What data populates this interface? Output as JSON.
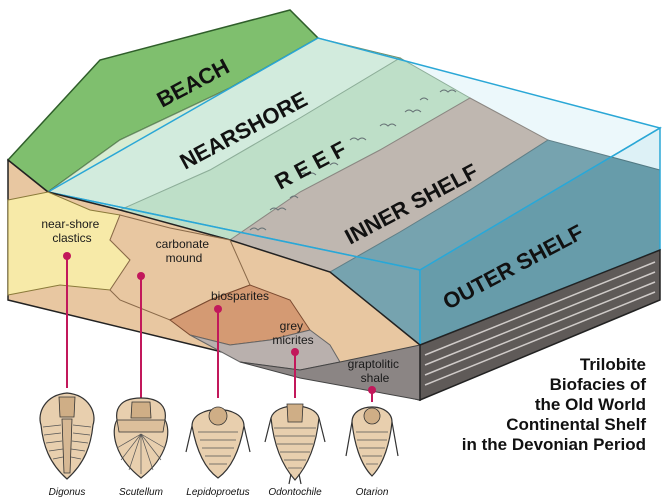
{
  "zones": {
    "beach": "BEACH",
    "nearshore": "NEARSHORE",
    "reef": "R E E F",
    "inner_shelf": "INNER SHELF",
    "outer_shelf": "OUTER SHELF"
  },
  "facies": {
    "near_shore_clastics": [
      "near-shore",
      "clastics"
    ],
    "carbonate_mound": [
      "carbonate",
      "mound"
    ],
    "biosparites": [
      "biosparites"
    ],
    "grey_micrites": [
      "grey",
      "micrites"
    ],
    "graptolitic_shale": [
      "graptolitic",
      "shale"
    ]
  },
  "trilobites": [
    "Digonus",
    "Scutellum",
    "Lepidoproetus",
    "Odontochile",
    "Otarion"
  ],
  "title_lines": [
    "Trilobite",
    "Biofacies of",
    "the Old World",
    "Continental Shelf",
    "in the Devonian Period"
  ],
  "colors": {
    "beach": "#7fbf6e",
    "nearshore": "#d8ecd2",
    "reef": "#b9d9b1",
    "inner_shelf": "#bb9c8c",
    "outer_shelf": "#4a7d8b",
    "water": "#c8ecf4",
    "pin": "#c2185b",
    "clastics": "#f7eaa8",
    "mound": "#e8c7a1",
    "biosparite": "#d49a73",
    "micrite": "#b9b0ad",
    "shale": "#8b8584"
  }
}
